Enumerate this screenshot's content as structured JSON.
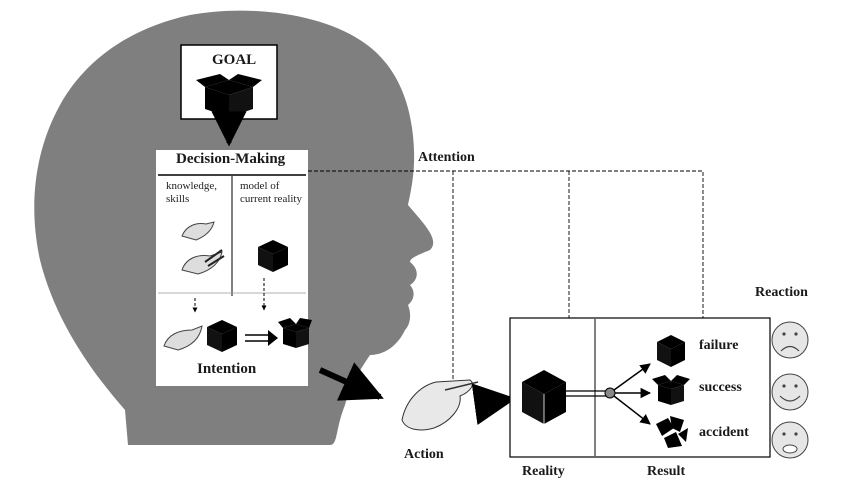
{
  "goal": {
    "label": "GOAL"
  },
  "decision_making": {
    "title": "Decision-Making",
    "left_col": "knowledge, skills",
    "right_col": "model of current reality",
    "intention": "Intention"
  },
  "labels": {
    "attention": "Attention",
    "action": "Action",
    "reality": "Reality",
    "result": "Result",
    "reaction": "Reaction"
  },
  "outcomes": [
    {
      "label": "failure",
      "face": "sad"
    },
    {
      "label": "success",
      "face": "happy"
    },
    {
      "label": "accident",
      "face": "shocked"
    }
  ],
  "colors": {
    "head": "#7f7f7f",
    "ink": "#000000",
    "panel": "#ffffff"
  }
}
